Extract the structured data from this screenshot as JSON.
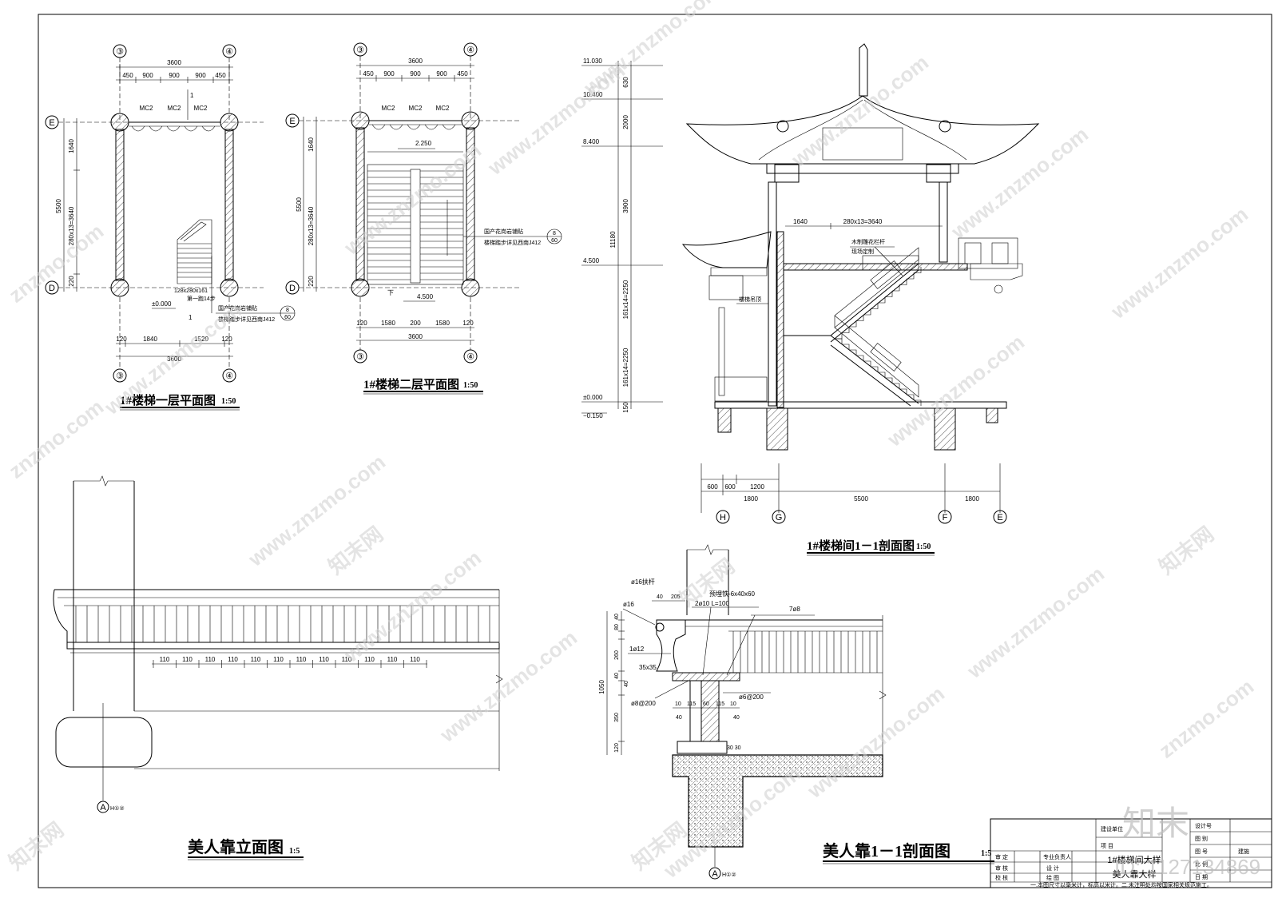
{
  "drawings": {
    "plan1": {
      "title": "1#楼梯一层平面图",
      "scale": "1:50",
      "axes_top": [
        "③",
        "④"
      ],
      "axes_bottom": [
        "③",
        "④"
      ],
      "axes_left": [
        "E",
        "D"
      ],
      "top_total": "3600",
      "top_dims": [
        "450",
        "900",
        "900",
        "900",
        "450"
      ],
      "doors": [
        "MC2",
        "MC2",
        "MC2"
      ],
      "door_mark": "1",
      "left_dims": [
        "1640",
        "280x13=3640",
        "220"
      ],
      "left_total": "5500",
      "bottom_dims": [
        "120",
        "1840",
        "1520",
        "120"
      ],
      "bottom_total": "3600",
      "level": "±0.000",
      "stair_note1": "128x280x161",
      "stair_note2": "第一跑14步",
      "callout1": "国产花岗岩铺贴",
      "callout2": "楼梯踏步详见西南J412",
      "detail_top": "8",
      "detail_bottom": "60",
      "section_mark": "1"
    },
    "plan2": {
      "title": "1#楼梯二层平面图",
      "scale": "1:50",
      "axes_top": [
        "③",
        "④"
      ],
      "axes_bottom": [
        "③",
        "④"
      ],
      "axes_left": [
        "E",
        "D"
      ],
      "top_total": "3600",
      "top_dims": [
        "450",
        "900",
        "900",
        "900",
        "450"
      ],
      "doors": [
        "MC2",
        "MC2",
        "MC2"
      ],
      "left_dims": [
        "1640",
        "280x13=3640",
        "220"
      ],
      "left_total": "5500",
      "bottom_dims": [
        "120",
        "1580",
        "200",
        "1580",
        "120"
      ],
      "bottom_total": "3600",
      "level_top": "2.250",
      "level_bottom": "4.500",
      "down_mark": "下",
      "callout1": "国产花岗岩铺贴",
      "callout2": "楼梯踏步详见西南J412",
      "detail_top": "8",
      "detail_bottom": "60"
    },
    "section": {
      "title": "1#楼梯间1－1剖面图",
      "scale": "1:50",
      "levels": [
        "11.030",
        "10.400",
        "8.400",
        "4.500",
        "±0.000",
        "−0.150"
      ],
      "vert_dims": [
        "630",
        "2000",
        "3900",
        "161x14=2250",
        "161x14=2250",
        "150"
      ],
      "vert_total": "11180",
      "top_dim1": "1640",
      "top_dim2": "280x13=3640",
      "note1": "木制雕花栏杆",
      "note2": "现场定制",
      "note3": "楼梯吊顶",
      "bottom_dims_row1": [
        "600",
        "600",
        "1200"
      ],
      "bottom_dims_row2": [
        "1800",
        "5500",
        "1800"
      ],
      "axes": [
        "H",
        "G",
        "F",
        "E"
      ]
    },
    "elevation": {
      "title": "美人靠立面图",
      "scale": "1:5",
      "spacing": [
        "110",
        "110",
        "110",
        "110",
        "110",
        "110",
        "110",
        "110",
        "110",
        "110",
        "110",
        "110"
      ],
      "axis": "A",
      "axis_sub": "H①②"
    },
    "bench_section": {
      "title": "美人靠1－1剖面图",
      "scale": "1:5",
      "labels": [
        "ø16扶杆",
        "ø16",
        "1ø12",
        "35x35",
        "ø8@200",
        "预埋铁-6x40x60",
        "2ø10 L=100",
        "7ø8",
        "ø6@200"
      ],
      "dims_top": [
        "40",
        "205"
      ],
      "dims_vert": [
        "40",
        "80",
        "260",
        "40",
        "40",
        "350",
        "120"
      ],
      "vert_total": "1050",
      "dims_bottom": [
        "10",
        "115",
        "60",
        "115",
        "10"
      ],
      "dims_bottom2": [
        "40",
        "40"
      ],
      "small_dim": "30 30",
      "axis": "A",
      "axis_sub": "H①②"
    }
  },
  "titleblock": {
    "unit_label": "建设单位",
    "project_label": "项 目",
    "drawing_name_1": "1#楼梯间大样",
    "drawing_name_2": "美人靠大样",
    "rows": [
      {
        "a": "审 定",
        "b": "专业负责人"
      },
      {
        "a": "审 核",
        "b": "设 计"
      },
      {
        "a": "校 核",
        "b": "绘 图"
      }
    ],
    "right_labels": [
      "设计号",
      "图 别",
      "图 号",
      "比 例",
      "日 期"
    ],
    "right_values": [
      "",
      "",
      "建施",
      "",
      ""
    ],
    "footnote": "一.本图尺寸以毫米计，标高以米计。二.未注明处均按国家相关规范施工。"
  },
  "watermarks": [
    "znzmo.com",
    "www.znzmo.com",
    "知末网"
  ],
  "brand": {
    "logo_text": "知末",
    "id_text": "ID: 1127134869"
  }
}
